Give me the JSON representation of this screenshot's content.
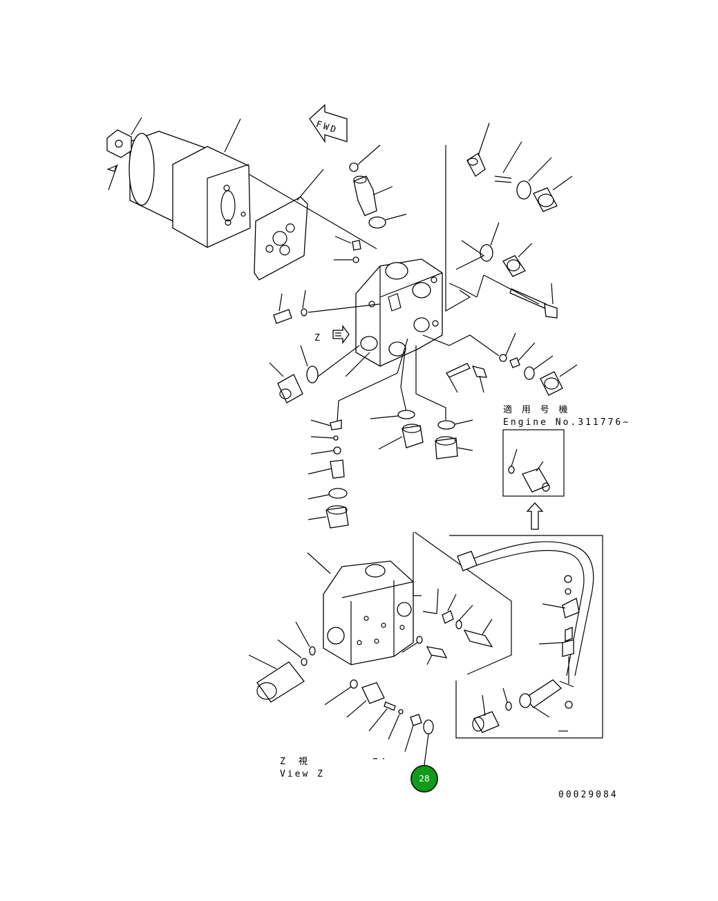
{
  "diagram": {
    "fwd_label": "FWD",
    "z_marker": "Z",
    "applicable_jp": "適 用 号 機",
    "applicable_en": "Engine No.311776~",
    "view_z_jp": "Z　視",
    "view_z_en": "View Z",
    "drawing_number": "00029084",
    "callout_number": "28",
    "callout_color": "#129a1b"
  }
}
